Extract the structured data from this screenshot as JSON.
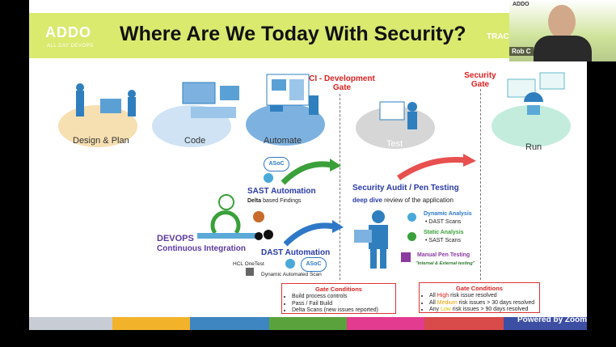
{
  "slide": {
    "logo": "ADDO",
    "logo_sub": "ALL DAY DEVOPS",
    "title": "Where Are We Today With Security?",
    "header_overflow": "TRACK",
    "stages": [
      "Design & Plan",
      "Code",
      "Automate",
      "Test",
      "Run"
    ],
    "ci_gate": [
      "CI - Development",
      "Gate"
    ],
    "security_gate": [
      "Security",
      "Gate"
    ],
    "sast": {
      "title": "SAST Automation",
      "sub_bold": "Delta",
      "sub_rest": " based Findings",
      "asoc": "ASoC"
    },
    "dast": {
      "title": "DAST Automation",
      "sub": "Dynamic Automated Scan",
      "hcl": "HCL OneTest"
    },
    "devops": [
      "DEVOPS",
      "Continuous Integration"
    ],
    "security_audit": {
      "title": "Security Audit /  Pen Testing",
      "sub_bold": "deep dive",
      "sub_rest": " review of the application"
    },
    "dynamic": {
      "title": "Dynamic Analysis",
      "item": "DAST Scans"
    },
    "static": {
      "title": "Static Analysis",
      "item": "SAST Scans"
    },
    "manual": {
      "title": "Manual Pen Testing",
      "sub": "\"Internal & External testing\""
    },
    "gate_conditions_1": {
      "title": "Gate Conditions",
      "items": [
        "Build process controls",
        "Pass / Fail Build",
        "Delta Scans (new issues reported)"
      ]
    },
    "gate_conditions_2": {
      "title": "Gate Conditions",
      "items": [
        {
          "pre": "All ",
          "hl": "High",
          "post": " risk issue resolved",
          "color": "#e02020"
        },
        {
          "pre": "All ",
          "hl": "Medium",
          "post": " risk issues > 30 days resolved",
          "color": "#e8a000"
        },
        {
          "pre": "Any ",
          "hl": "Low",
          "post": " risk  issues > 90 days resolved",
          "color": "#d8c000"
        }
      ]
    },
    "bottom_colors": [
      "#c8ccd4",
      "#f2b32a",
      "#3e86c2",
      "#5aa33c",
      "#e23b8f",
      "#d94a4a",
      "#3d4fa3"
    ]
  },
  "webcam": {
    "name": "Rob C",
    "logo": "ADDO"
  },
  "zoom_badge": "Powered by Zoom",
  "colors": {
    "header": "#d9ea6f",
    "blue_head": "#2a3aa8",
    "gate_red": "#e02020"
  }
}
